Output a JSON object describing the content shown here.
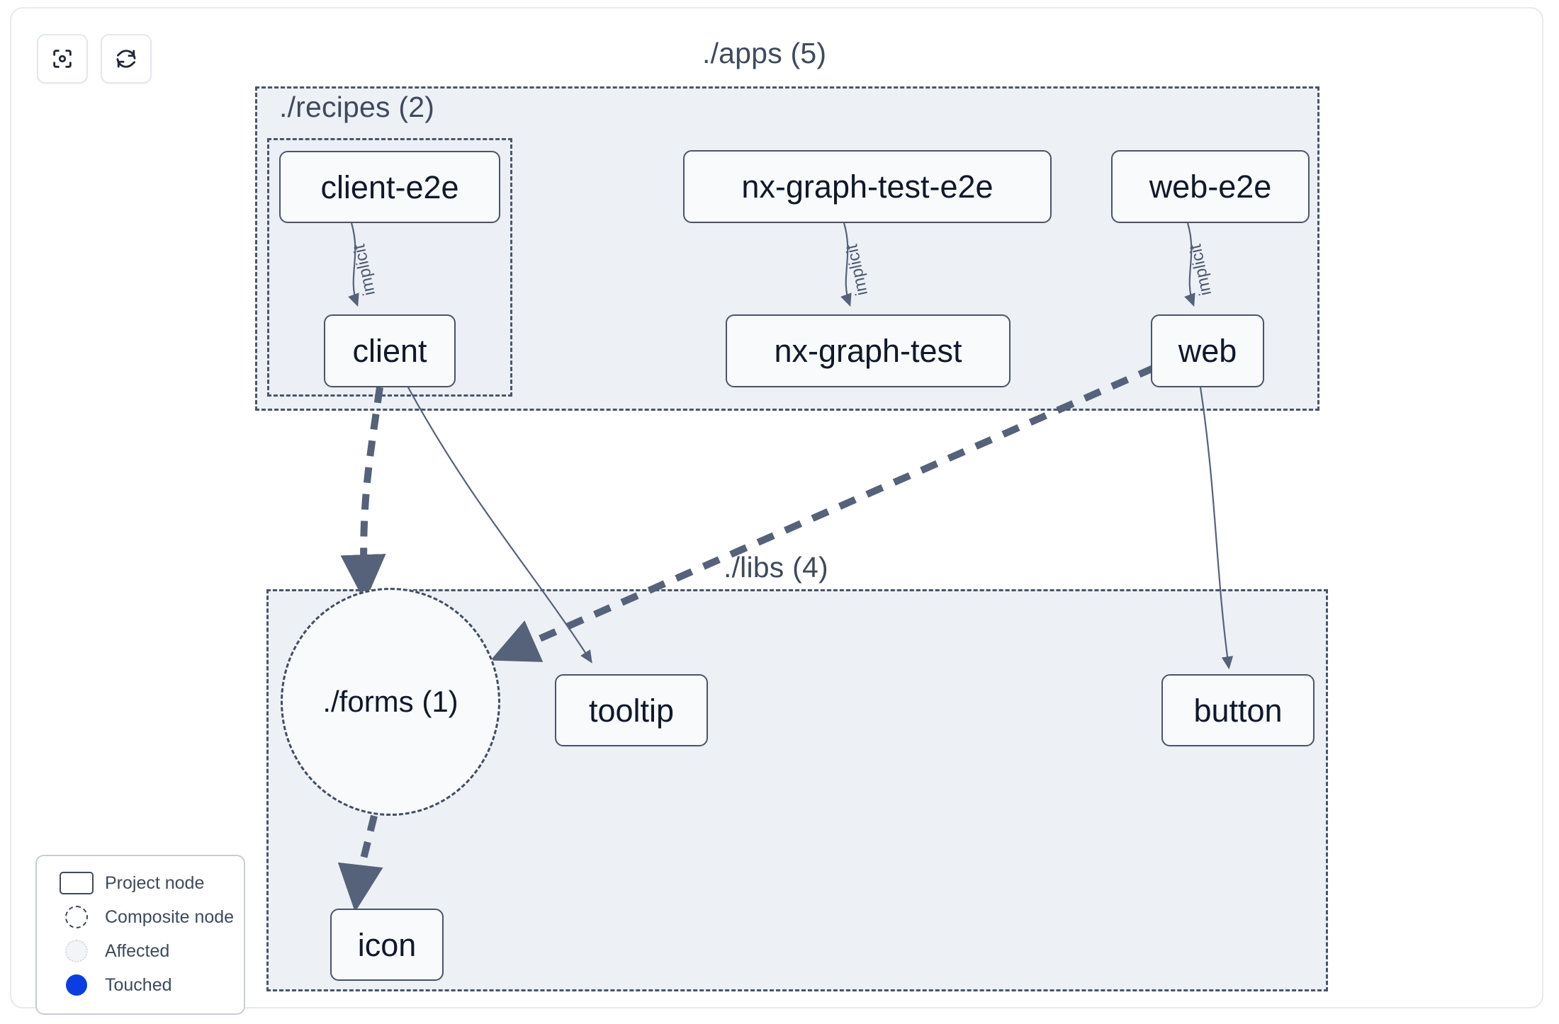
{
  "toolbar": {
    "buttons": [
      {
        "name": "focus-graph-button",
        "icon": "focus-target-icon",
        "title": "Focus graph"
      },
      {
        "name": "refresh-graph-button",
        "icon": "refresh-icon",
        "title": "Refresh graph"
      }
    ]
  },
  "graph": {
    "groups": [
      {
        "id": "apps",
        "label": "./apps (5)",
        "count": 5
      },
      {
        "id": "recipes",
        "label": "./recipes (2)",
        "count": 2
      },
      {
        "id": "libs",
        "label": "./libs (4)",
        "count": 4
      }
    ],
    "nodes": [
      {
        "id": "client-e2e",
        "label": "client-e2e",
        "type": "project",
        "group": "recipes"
      },
      {
        "id": "nx-graph-test-e2e",
        "label": "nx-graph-test-e2e",
        "type": "project",
        "group": "apps"
      },
      {
        "id": "web-e2e",
        "label": "web-e2e",
        "type": "project",
        "group": "apps"
      },
      {
        "id": "client",
        "label": "client",
        "type": "project",
        "group": "recipes"
      },
      {
        "id": "nx-graph-test",
        "label": "nx-graph-test",
        "type": "project",
        "group": "apps"
      },
      {
        "id": "web",
        "label": "web",
        "type": "project",
        "group": "apps"
      },
      {
        "id": "forms",
        "label": "./forms (1)",
        "type": "composite",
        "group": "libs"
      },
      {
        "id": "tooltip",
        "label": "tooltip",
        "type": "project",
        "group": "libs"
      },
      {
        "id": "button",
        "label": "button",
        "type": "project",
        "group": "libs"
      },
      {
        "id": "icon",
        "label": "icon",
        "type": "project",
        "group": "libs"
      }
    ],
    "edges": [
      {
        "from": "client-e2e",
        "to": "client",
        "label": "implicit",
        "style": "solid"
      },
      {
        "from": "nx-graph-test-e2e",
        "to": "nx-graph-test",
        "label": "implicit",
        "style": "solid"
      },
      {
        "from": "web-e2e",
        "to": "web",
        "label": "implicit",
        "style": "solid"
      },
      {
        "from": "client",
        "to": "forms",
        "label": "",
        "style": "dashed"
      },
      {
        "from": "client",
        "to": "tooltip",
        "label": "",
        "style": "solid"
      },
      {
        "from": "web",
        "to": "forms",
        "label": "",
        "style": "dashed"
      },
      {
        "from": "web",
        "to": "button",
        "label": "",
        "style": "solid"
      },
      {
        "from": "forms",
        "to": "icon",
        "label": "",
        "style": "dashed"
      }
    ]
  },
  "legend": {
    "items": [
      {
        "swatch": "project-node-swatch",
        "label": "Project node"
      },
      {
        "swatch": "composite-node-swatch",
        "label": "Composite node"
      },
      {
        "swatch": "affected-swatch",
        "label": "Affected"
      },
      {
        "swatch": "touched-swatch",
        "label": "Touched"
      }
    ]
  },
  "colors": {
    "node_border": "#4a5568",
    "node_fill": "#f8fafc",
    "group_fill": "#edf0f5",
    "group_border": "#4a5568",
    "edge": "#55627a",
    "touched": "#0b3ee0",
    "text": "#10182b"
  }
}
